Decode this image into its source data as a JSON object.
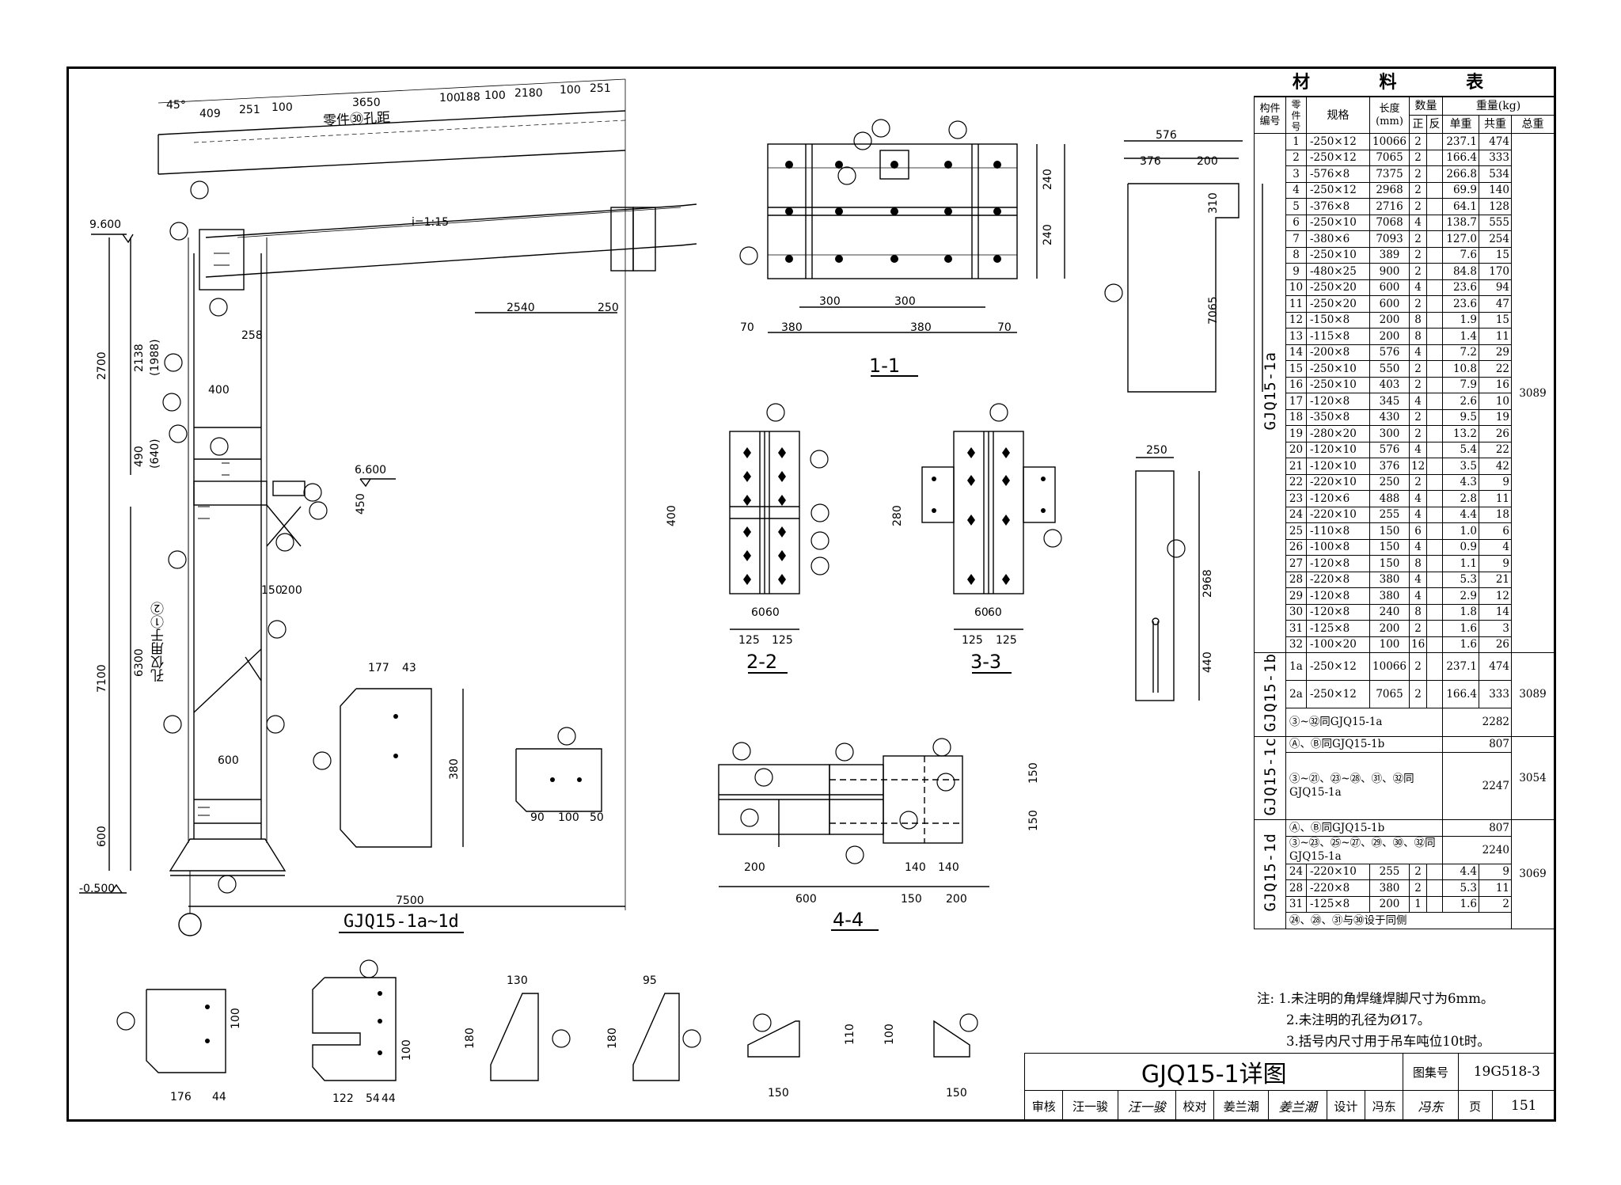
{
  "drawing": {
    "main_label": "GJQ15-1a~1d",
    "section_labels": [
      "1-1",
      "2-2",
      "3-3",
      "4-4"
    ],
    "elevations": [
      "9.600",
      "6.600",
      "-0.500"
    ],
    "slope": "i=1:15",
    "hole_note": "零件㉚孔距",
    "column_note": "孔仅用于①②",
    "dims_top": [
      "409",
      "251",
      "100",
      "3650",
      "100",
      "188",
      "100",
      "2180",
      "100",
      "251",
      "45°"
    ],
    "dims_left": [
      "2700",
      "2138",
      "(1988)",
      "490",
      "(640)",
      "7100",
      "6300",
      "600",
      "150"
    ],
    "dims_bottom": [
      "7500",
      "600",
      "2540",
      "250"
    ]
  },
  "material_table": {
    "title": "材 料 表",
    "headers": {
      "member": "构件编号",
      "part": "零件号",
      "spec": "规格",
      "length": "长度(mm)",
      "qty": "数量",
      "qty_pos": "正",
      "qty_neg": "反",
      "weight": "重量(kg)",
      "unit": "单重",
      "sum": "共重",
      "total": "总重"
    },
    "group_1a": "GJQ15-1a",
    "group_1a_total": "3089",
    "rows_1a": [
      [
        "1",
        "-250×12",
        "10066",
        "2",
        "",
        "237.1",
        "474"
      ],
      [
        "2",
        "-250×12",
        "7065",
        "2",
        "",
        "166.4",
        "333"
      ],
      [
        "3",
        "-576×8",
        "7375",
        "2",
        "",
        "266.8",
        "534"
      ],
      [
        "4",
        "-250×12",
        "2968",
        "2",
        "",
        "69.9",
        "140"
      ],
      [
        "5",
        "-376×8",
        "2716",
        "2",
        "",
        "64.1",
        "128"
      ],
      [
        "6",
        "-250×10",
        "7068",
        "4",
        "",
        "138.7",
        "555"
      ],
      [
        "7",
        "-380×6",
        "7093",
        "2",
        "",
        "127.0",
        "254"
      ],
      [
        "8",
        "-250×10",
        "389",
        "2",
        "",
        "7.6",
        "15"
      ],
      [
        "9",
        "-480×25",
        "900",
        "2",
        "",
        "84.8",
        "170"
      ],
      [
        "10",
        "-250×20",
        "600",
        "4",
        "",
        "23.6",
        "94"
      ],
      [
        "11",
        "-250×20",
        "600",
        "2",
        "",
        "23.6",
        "47"
      ],
      [
        "12",
        "-150×8",
        "200",
        "8",
        "",
        "1.9",
        "15"
      ],
      [
        "13",
        "-115×8",
        "200",
        "8",
        "",
        "1.4",
        "11"
      ],
      [
        "14",
        "-200×8",
        "576",
        "4",
        "",
        "7.2",
        "29"
      ],
      [
        "15",
        "-250×10",
        "550",
        "2",
        "",
        "10.8",
        "22"
      ],
      [
        "16",
        "-250×10",
        "403",
        "2",
        "",
        "7.9",
        "16"
      ],
      [
        "17",
        "-120×8",
        "345",
        "4",
        "",
        "2.6",
        "10"
      ],
      [
        "18",
        "-350×8",
        "430",
        "2",
        "",
        "9.5",
        "19"
      ],
      [
        "19",
        "-280×20",
        "300",
        "2",
        "",
        "13.2",
        "26"
      ],
      [
        "20",
        "-120×10",
        "576",
        "4",
        "",
        "5.4",
        "22"
      ],
      [
        "21",
        "-120×10",
        "376",
        "12",
        "",
        "3.5",
        "42"
      ],
      [
        "22",
        "-220×10",
        "250",
        "2",
        "",
        "4.3",
        "9"
      ],
      [
        "23",
        "-120×6",
        "488",
        "4",
        "",
        "2.8",
        "11"
      ],
      [
        "24",
        "-220×10",
        "255",
        "4",
        "",
        "4.4",
        "18"
      ],
      [
        "25",
        "-110×8",
        "150",
        "6",
        "",
        "1.0",
        "6"
      ],
      [
        "26",
        "-100×8",
        "150",
        "4",
        "",
        "0.9",
        "4"
      ],
      [
        "27",
        "-120×8",
        "150",
        "8",
        "",
        "1.1",
        "9"
      ],
      [
        "28",
        "-220×8",
        "380",
        "4",
        "",
        "5.3",
        "21"
      ],
      [
        "29",
        "-120×8",
        "380",
        "4",
        "",
        "2.9",
        "12"
      ],
      [
        "30",
        "-120×8",
        "240",
        "8",
        "",
        "1.8",
        "14"
      ],
      [
        "31",
        "-125×8",
        "200",
        "2",
        "",
        "1.6",
        "3"
      ],
      [
        "32",
        "-100×20",
        "100",
        "16",
        "",
        "1.6",
        "26"
      ]
    ],
    "group_1b": "GJQ15-1b",
    "group_1b_total": "3089",
    "rows_1b": [
      [
        "1a",
        "-250×12",
        "10066",
        "2",
        "",
        "237.1",
        "474"
      ],
      [
        "2a",
        "-250×12",
        "7065",
        "2",
        "",
        "166.4",
        "333"
      ]
    ],
    "row_1b_same": "③~㉜同GJQ15-1a",
    "row_1b_same_weight": "2282",
    "group_1c": "GJQ15-1c",
    "group_1c_total": "3054",
    "row_1c_a": "Ⓐ、Ⓑ同GJQ15-1b",
    "row_1c_a_weight": "807",
    "row_1c_b": "③~㉑、㉓~㉘、㉛、㉜同GJQ15-1a",
    "row_1c_b_weight": "2247",
    "group_1d": "GJQ15-1d",
    "group_1d_total": "3069",
    "row_1d_a": "Ⓐ、Ⓑ同GJQ15-1b",
    "row_1d_a_weight": "807",
    "row_1d_b": "③~㉓、㉕~㉗、㉙、㉚、㉜同GJQ15-1a",
    "row_1d_b_weight": "2240",
    "rows_1d": [
      [
        "24",
        "-220×10",
        "255",
        "2",
        "",
        "4.4",
        "9"
      ],
      [
        "28",
        "-220×8",
        "380",
        "2",
        "",
        "5.3",
        "11"
      ],
      [
        "31",
        "-125×8",
        "200",
        "1",
        "",
        "1.6",
        "2"
      ]
    ],
    "row_1d_note": "㉔、㉘、㉛与㉚设于同侧"
  },
  "notes": {
    "prefix": "注:",
    "n1": "1.未注明的角焊缝焊脚尺寸为6mm。",
    "n2": "2.未注明的孔径为Ø17。",
    "n3": "3.括号内尺寸用于吊车吨位10t时。"
  },
  "title_block": {
    "title": "GJQ15-1详图",
    "atlas_label": "图集号",
    "atlas_no": "19G518-3",
    "review": "审核",
    "reviewer": "汪一骏",
    "reviewer_sig": "汪一骏",
    "check": "校对",
    "checker": "姜兰潮",
    "checker_sig": "姜兰潮",
    "design": "设计",
    "designer": "冯东",
    "designer_sig": "冯东",
    "page_label": "页",
    "page_no": "151"
  }
}
